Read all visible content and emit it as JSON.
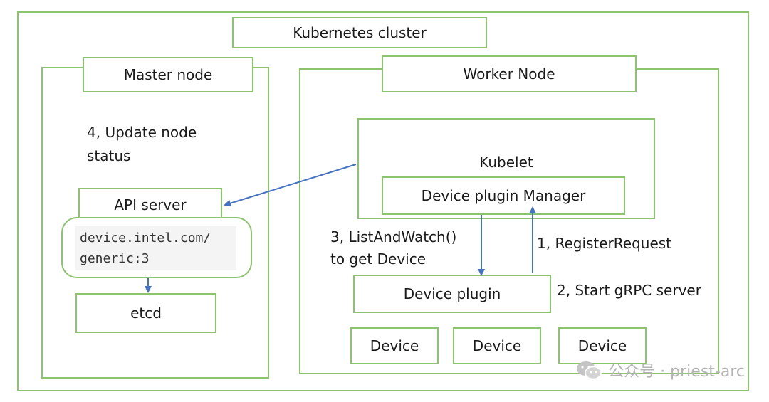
{
  "cluster": {
    "title": "Kubernetes cluster"
  },
  "master": {
    "title": "Master node",
    "step4_line1": "4, Update node",
    "step4_line2": "status",
    "api_server": "API server",
    "resource_line1": "device.intel.com/",
    "resource_line2": "generic:3",
    "etcd": "etcd"
  },
  "worker": {
    "title": "Worker Node",
    "kubelet": "Kubelet",
    "manager": "Device plugin Manager",
    "step3_line1": "3, ListAndWatch()",
    "step3_line2": "to get Device",
    "step1": "1, RegisterRequest",
    "device_plugin": "Device plugin",
    "step2": "2, Start gRPC server",
    "devices": [
      "Device",
      "Device",
      "Device"
    ]
  },
  "watermark": {
    "text": "公众号 · priest-arc",
    "icon": "wechat-icon"
  },
  "colors": {
    "border": "#8cc46e",
    "arrow": "#4472c4",
    "text": "#1a1a1a"
  }
}
